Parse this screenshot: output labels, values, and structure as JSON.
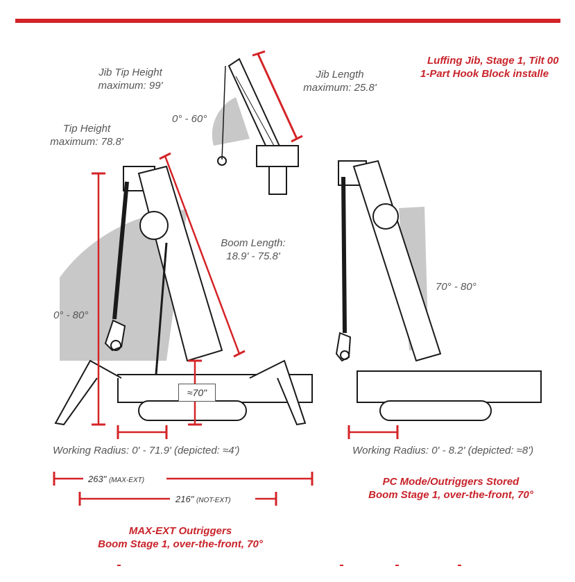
{
  "colors": {
    "accent": "#d42327",
    "shade": "#c8c8c8",
    "line": "#1a1a1a"
  },
  "labels": {
    "jib_tip_height": [
      "Jib Tip Height",
      "maximum: 99'"
    ],
    "jib_length": [
      "Jib Length",
      "maximum: 25.8'"
    ],
    "jib_angle": "0° - 60°",
    "tip_height": [
      "Tip Height",
      "maximum: 78.8'"
    ],
    "boom_length": [
      "Boom Length:",
      "18.9' - 75.8'"
    ],
    "boom_angle_left": "0° - 80°",
    "boom_angle_right": "70° - 80°",
    "approx_height": "≈70\"",
    "working_radius_left": "Working Radius: 0' - 71.9' (depicted: ≈4')",
    "working_radius_right": "Working Radius: 0' - 8.2' (depicted: ≈8')",
    "width_max_ext": "263\"",
    "width_max_ext_note": "(MAX-EXT)",
    "width_not_ext": "216\"",
    "width_not_ext_note": "(NOT-EXT)"
  },
  "captions": {
    "luffing_jib": [
      "Luffing Jib, Stage 1, Tilt 00",
      "1-Part Hook Block installe"
    ],
    "max_ext": [
      "MAX-EXT Outriggers",
      "Boom Stage 1, over-the-front, 70°"
    ],
    "pc_mode": [
      "PC Mode/Outriggers Stored",
      "Boom Stage 1, over-the-front, 70°"
    ]
  }
}
